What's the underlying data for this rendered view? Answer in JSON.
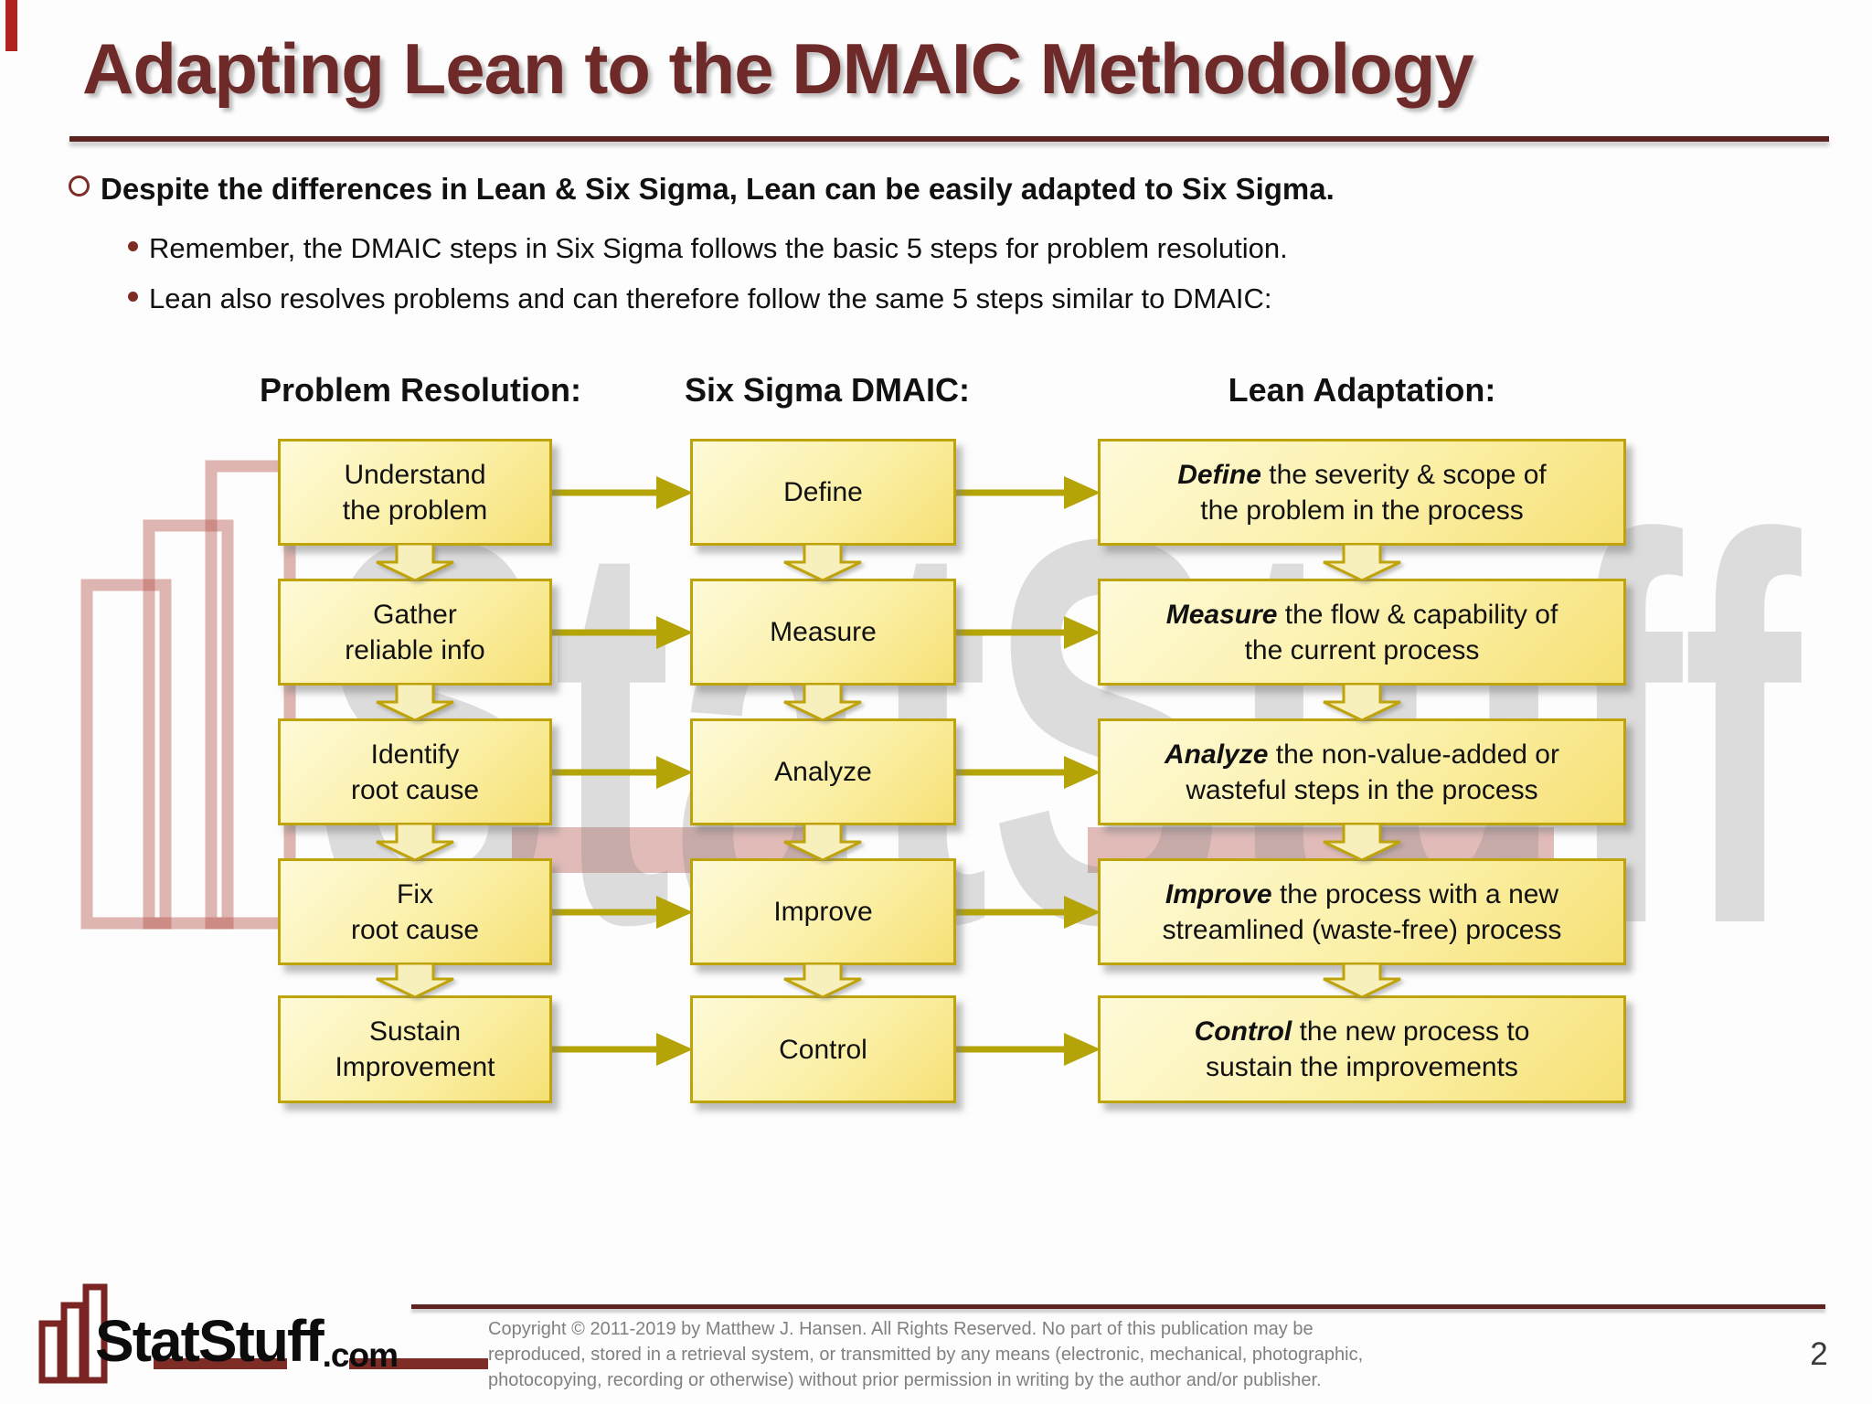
{
  "header": {
    "title": "Adapting Lean to the DMAIC Methodology"
  },
  "bullets": {
    "main": "Despite the differences in Lean & Six Sigma, Lean can be easily adapted to Six Sigma.",
    "sub1": "Remember, the DMAIC steps in Six Sigma follows the basic 5 steps for problem resolution.",
    "sub2": "Lean also resolves problems and can therefore follow the same 5 steps similar to DMAIC:"
  },
  "diagram": {
    "column_headers": [
      "Problem Resolution:",
      "Six Sigma DMAIC:",
      "Lean Adaptation:"
    ],
    "rows": [
      {
        "problem_line1": "Understand",
        "problem_line2": "the problem",
        "dmaic": "Define",
        "lean_lead": "Define",
        "lean_line1": " the severity & scope of",
        "lean_line2": "the problem in the process"
      },
      {
        "problem_line1": "Gather",
        "problem_line2": "reliable info",
        "dmaic": "Measure",
        "lean_lead": "Measure",
        "lean_line1": " the flow & capability of",
        "lean_line2": "the current process"
      },
      {
        "problem_line1": "Identify",
        "problem_line2": "root cause",
        "dmaic": "Analyze",
        "lean_lead": "Analyze",
        "lean_line1": " the non-value-added or",
        "lean_line2": "wasteful steps in the process"
      },
      {
        "problem_line1": "Fix",
        "problem_line2": "root cause",
        "dmaic": "Improve",
        "lean_lead": "Improve",
        "lean_line1": " the process with a new",
        "lean_line2": "streamlined (waste-free) process"
      },
      {
        "problem_line1": "Sustain",
        "problem_line2": "Improvement",
        "dmaic": "Control",
        "lean_lead": "Control",
        "lean_line1": " the new process to",
        "lean_line2": "sustain the improvements"
      }
    ]
  },
  "watermark": {
    "text": "StatStuff"
  },
  "footer": {
    "logo_stat": "Stat",
    "logo_stuff": "Stuff",
    "logo_com": ".com",
    "copyright_line1": "Copyright © 2011-2019 by Matthew  J. Hansen.  All Rights Reserved.  No part of this publication may be",
    "copyright_line2": "reproduced, stored in a retrieval system, or transmitted by any means  (electronic, mechanical, photographic,",
    "copyright_line3": "photocopying, recording or otherwise) without prior permission in writing by the author and/or publisher.",
    "page_number": "2"
  },
  "colors": {
    "maroon": "#6E2A28",
    "rule": "#5E2220",
    "box_border": "#BFA30B",
    "box_fill_top": "#FEFAD8",
    "box_fill_bottom": "#F6E075",
    "arrow": "#B5A408",
    "varrow_fill": "#F7F0BC",
    "copyright_gray": "#808080"
  }
}
